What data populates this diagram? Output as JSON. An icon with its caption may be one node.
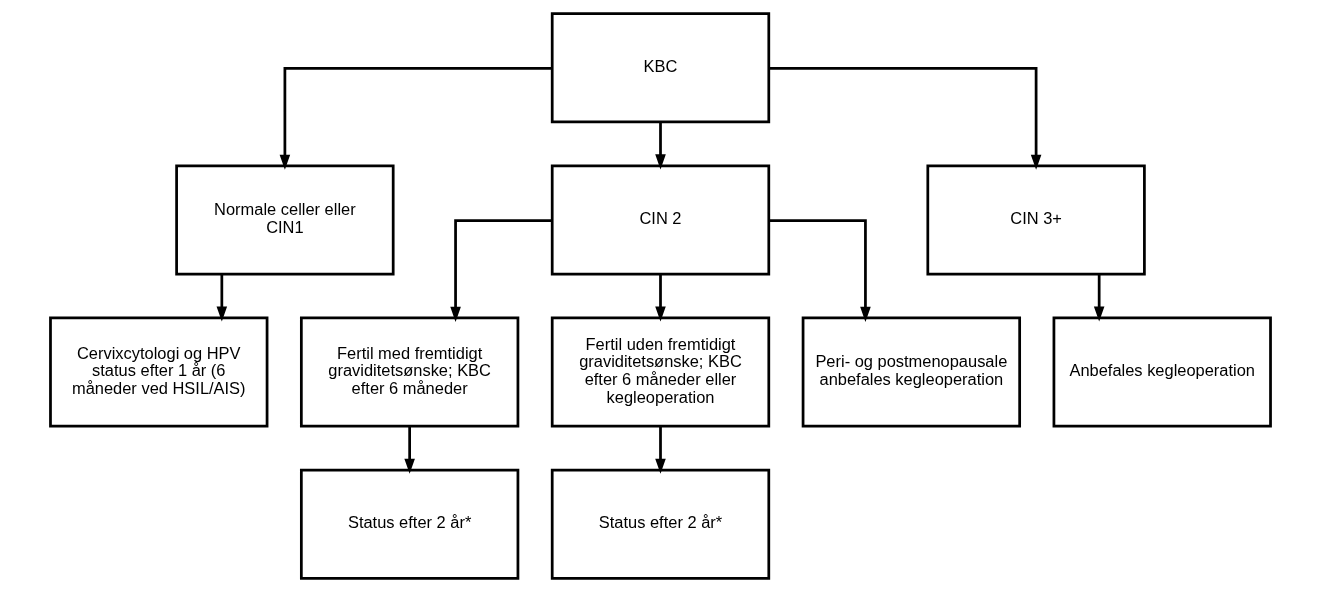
{
  "diagram": {
    "nodes": [
      {
        "text": [
          "KBC"
        ]
      },
      {
        "text": [
          "Normale celler eller CIN1"
        ]
      },
      {
        "text": [
          "CIN 2"
        ]
      },
      {
        "text": [
          "CIN 3+"
        ]
      },
      {
        "text": [
          "Cervixcytologi og HPV status efter 1 år (6 måneder ved HSIL/AIS)"
        ]
      },
      {
        "text": [
          "Fertil med fremtidigt graviditetsønske; KBC efter 6 måneder"
        ]
      },
      {
        "text": [
          "Fertil uden fremtidigt graviditetsønske; KBC efter 6 måneder eller kegleoperation"
        ]
      },
      {
        "text": [
          "Peri- og postmenopausale anbefales kegleoperation"
        ]
      },
      {
        "text": [
          "Anbefales kegleoperation"
        ]
      },
      {
        "text": [
          "Status efter 2 år*"
        ]
      },
      {
        "text": [
          "Status efter 2 år*"
        ]
      }
    ],
    "edges": [
      {
        "from": 0,
        "to": 1,
        "arrow": "to"
      },
      {
        "from": 0,
        "to": 2,
        "arrow": "to"
      },
      {
        "from": 0,
        "to": 3,
        "arrow": "to"
      },
      {
        "from": 1,
        "to": 4,
        "arrow": "to"
      },
      {
        "from": 2,
        "to": 5,
        "arrow": "to"
      },
      {
        "from": 2,
        "to": 6,
        "arrow": "to"
      },
      {
        "from": 2,
        "to": 7,
        "arrow": "to"
      },
      {
        "from": 3,
        "to": 8,
        "arrow": "to"
      },
      {
        "from": 5,
        "to": 9,
        "arrow": "to"
      },
      {
        "from": 6,
        "to": 10,
        "arrow": "to"
      }
    ]
  }
}
